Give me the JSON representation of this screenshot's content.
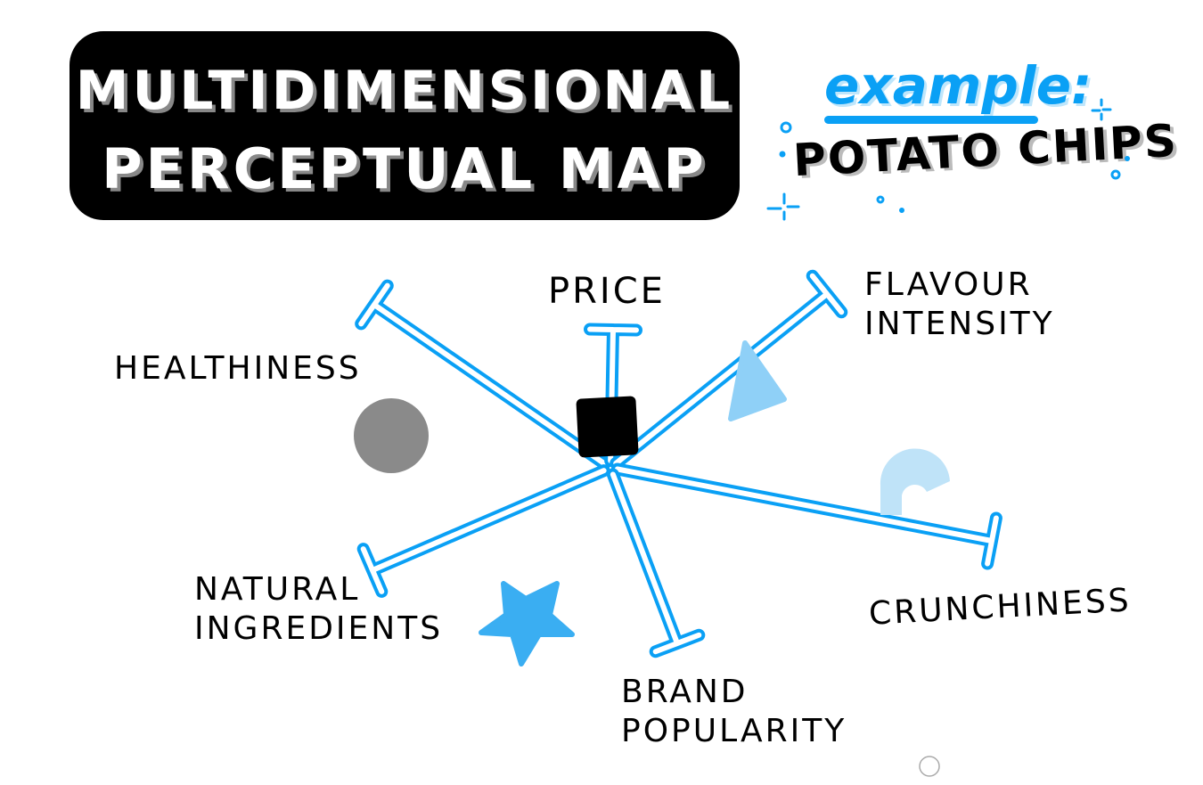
{
  "title": {
    "line1": "MULTIDIMENSIONAL",
    "line2": "PERCEPTUAL MAP"
  },
  "example": {
    "label": "example:",
    "subject": "POTATO CHIPS"
  },
  "axes": [
    {
      "id": "healthiness",
      "label": "HEALTHINESS"
    },
    {
      "id": "price",
      "label": "PRICE"
    },
    {
      "id": "flavour",
      "label": "FLAVOUR INTENSITY"
    },
    {
      "id": "crunchiness",
      "label": "CRUNCHINESS"
    },
    {
      "id": "brand",
      "label": "BRAND POPULARITY"
    },
    {
      "id": "natural",
      "label": "NATURAL INGREDIENTS"
    }
  ],
  "labels": {
    "healthiness": "HEALTHINESS",
    "price": "PRICE",
    "flavour_1": "FLAVOUR",
    "flavour_2": "INTENSITY",
    "crunchiness": "CRUNCHINESS",
    "brand_1": "BRAND",
    "brand_2": "POPULARITY",
    "natural_1": "NATURAL",
    "natural_2": "INGREDIENTS"
  },
  "colors": {
    "accent": "#0aa0f5",
    "light_accent": "#8fd0f7",
    "title_bg": "#000000",
    "circle": "#8a8a8a"
  },
  "markers": [
    "gray-circle",
    "black-square",
    "blue-triangle",
    "light-blue-arch",
    "blue-star"
  ]
}
